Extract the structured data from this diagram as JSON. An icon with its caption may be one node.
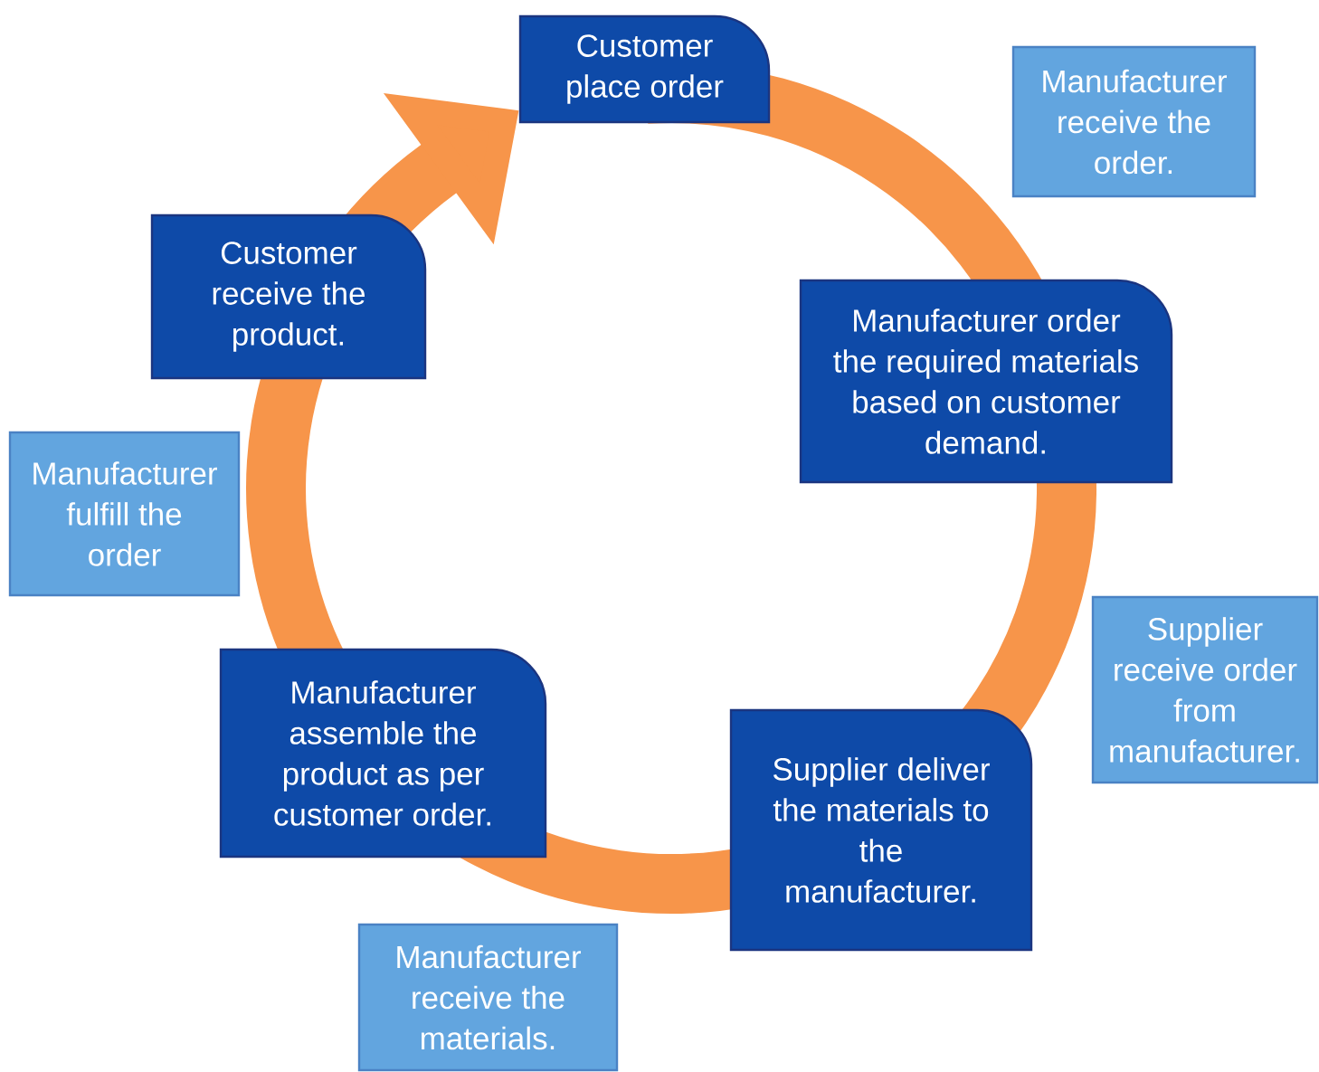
{
  "diagram": {
    "nodes": [
      {
        "text": [
          "Customer place order"
        ]
      },
      {
        "text": [
          "Manufacturer receive the order."
        ]
      },
      {
        "text": [
          "Manufacturer order the required materials based on customer demand."
        ]
      },
      {
        "text": [
          "Supplier receive order from manufacturer."
        ]
      },
      {
        "text": [
          "Supplier deliver the materials to the manufacturer."
        ]
      },
      {
        "text": [
          "Manufacturer receive the materials."
        ]
      },
      {
        "text": [
          "Manufacturer assemble the product as per customer order."
        ]
      },
      {
        "text": [
          "Manufacturer fulfill the order"
        ]
      },
      {
        "text": [
          "Customer receive the product."
        ]
      }
    ],
    "edges": [
      {
        "from": 0,
        "to": 2,
        "arrow": "none"
      },
      {
        "from": 2,
        "to": 4,
        "arrow": "none"
      },
      {
        "from": 4,
        "to": 6,
        "arrow": "none"
      },
      {
        "from": 6,
        "to": 8,
        "arrow": "none"
      },
      {
        "from": 8,
        "to": 0,
        "arrow": "to"
      }
    ]
  }
}
